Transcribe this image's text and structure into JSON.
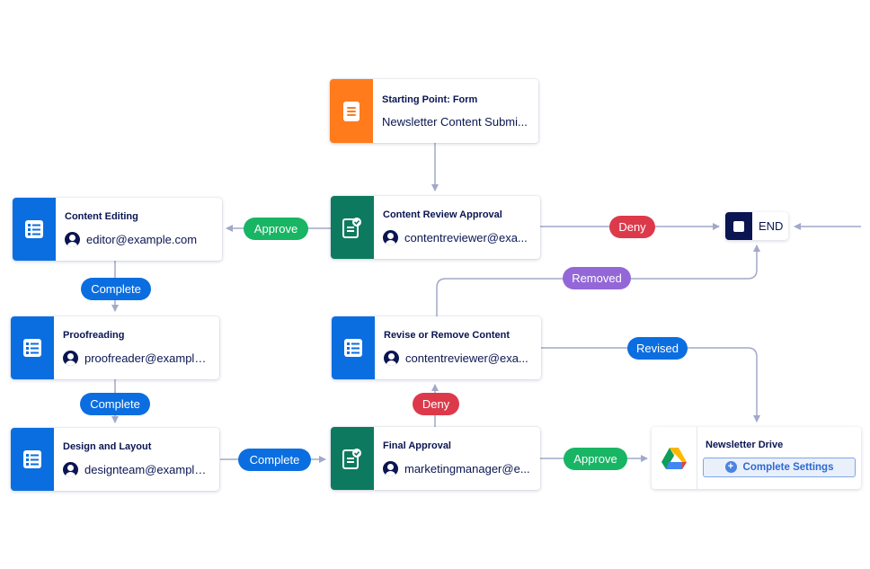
{
  "colors": {
    "form": "#ff7b1c",
    "approval": "#0d7a5f",
    "task": "#0b6ee0",
    "approve": "#18b564",
    "deny": "#dc3a4b",
    "complete": "#0b6ee0",
    "removed": "#9467d8",
    "revised": "#0b6ee0",
    "edge": "#a1a9c9"
  },
  "nodes": {
    "start": {
      "title": "Starting Point: Form",
      "sub": "Newsletter Content Submi...",
      "icon": "form-icon"
    },
    "content_review": {
      "title": "Content Review Approval",
      "sub": "contentreviewer@exa...",
      "icon": "approval-icon"
    },
    "content_editing": {
      "title": "Content Editing",
      "sub": "editor@example.com",
      "icon": "task-list-icon"
    },
    "proofreading": {
      "title": "Proofreading",
      "sub": "proofreader@example...",
      "icon": "task-list-icon"
    },
    "design_layout": {
      "title": "Design and Layout",
      "sub": "designteam@example...",
      "icon": "task-list-icon"
    },
    "revise_remove": {
      "title": "Revise or Remove Content",
      "sub": "contentreviewer@exa...",
      "icon": "task-list-icon"
    },
    "final_approval": {
      "title": "Final Approval",
      "sub": "marketingmanager@e...",
      "icon": "approval-icon"
    },
    "end": {
      "label": "END",
      "icon": "stop-icon"
    },
    "newsletter_drive": {
      "title": "Newsletter Drive",
      "button": "Complete Settings",
      "icon": "google-drive-icon"
    }
  },
  "edge_labels": {
    "approve_1": "Approve",
    "deny_1": "Deny",
    "complete_1": "Complete",
    "complete_2": "Complete",
    "complete_3": "Complete",
    "removed": "Removed",
    "revised": "Revised",
    "deny_2": "Deny",
    "approve_2": "Approve"
  }
}
